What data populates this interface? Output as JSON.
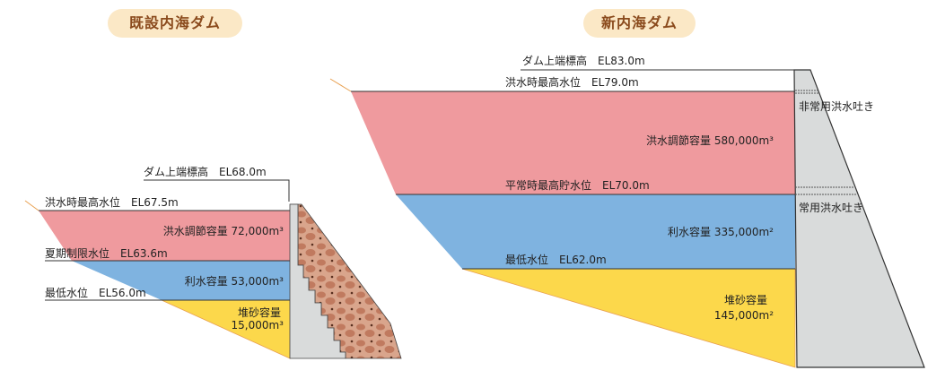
{
  "existing_dam": {
    "title": "既設内海ダム",
    "crest": "ダム上端標高　EL68.0m",
    "flood_max_level": "洪水時最高水位　EL67.5m",
    "flood_control_capacity": "洪水調節容量 72,000m³",
    "summer_limit_level": "夏期制限水位　EL63.6m",
    "water_use_capacity": "利水容量 53,000m³",
    "min_level": "最低水位　EL56.0m",
    "sediment_label": "堆砂容量",
    "sediment_value": "15,000m³"
  },
  "new_dam": {
    "title": "新内海ダム",
    "crest": "ダム上端標高　EL83.0m",
    "flood_max_level": "洪水時最高水位　EL79.0m",
    "flood_control_capacity": "洪水調節容量 580,000m³",
    "normal_max_level": "平常時最高貯水位　EL70.0m",
    "water_use_capacity": "利水容量 335,000m²",
    "min_level": "最低水位　EL62.0m",
    "sediment_label": "堆砂容量",
    "sediment_value": "145,000m²",
    "emergency_spillway": "非常用洪水吐き",
    "regular_spillway": "常用洪水吐き"
  },
  "colors": {
    "flood": "#ef9a9e",
    "water_use": "#7fb3e0",
    "sediment": "#fcd84b",
    "concrete": "#d9dbdb",
    "rubble": "#c98a70"
  }
}
